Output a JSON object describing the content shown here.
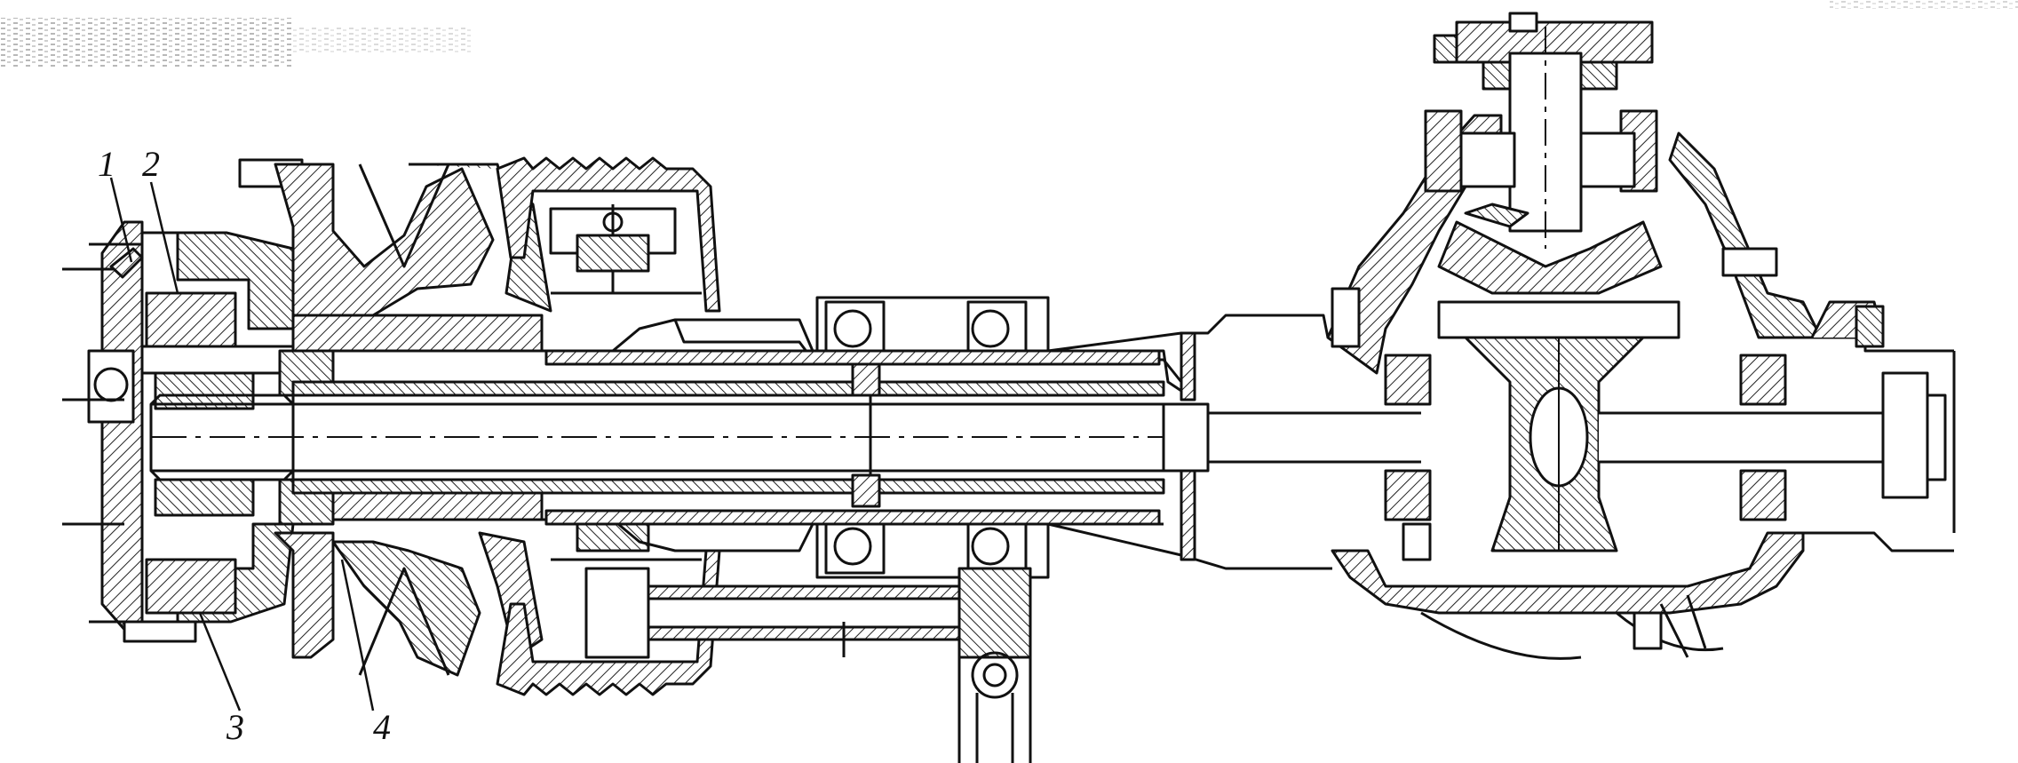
{
  "figure": {
    "callouts": [
      {
        "id": "1",
        "label": "1"
      },
      {
        "id": "2",
        "label": "2"
      },
      {
        "id": "3",
        "label": "3"
      },
      {
        "id": "4",
        "label": "4"
      }
    ]
  },
  "colors": {
    "ink": "#111111",
    "paper": "#ffffff",
    "hatch": "#222222"
  }
}
